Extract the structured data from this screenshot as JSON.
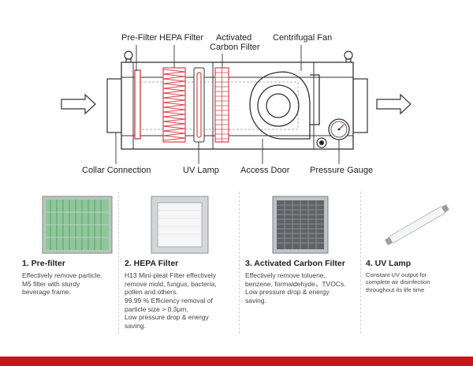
{
  "diagram": {
    "top_labels": {
      "prefilter": "Pre-Filter",
      "hepa": "HEPA Filter",
      "carbon_line1": "Activated",
      "carbon_line2": "Carbon Filter",
      "fan": "Centrifugal Fan"
    },
    "bottom_labels": {
      "collar": "Collar Connection",
      "uv": "UV Lamp",
      "door": "Access Door",
      "gauge": "Pressure Gauge"
    }
  },
  "cards": [
    {
      "title": "1. Pre-filter",
      "desc": "Effectively remove particle.\nM5 filter with sturdy\nbeverage frame."
    },
    {
      "title": "2. HEPA Filter",
      "desc": "H13 Mini-pleat Filter effectively\nremove mold, fungus, bacteria,\npollen and others.\n99.99 % Efficiency removal of\nparticle size > 0.3μm.\nLow pressure drop & energy\nsaving."
    },
    {
      "title": "3. Activated Carbon Filter",
      "desc": "Effectively remove toluene,\nbenzene, formaldehyde，TVOCs.\nLow pressure drop & energy\nsaving."
    },
    {
      "title": "4. UV Lamp",
      "desc": "Constant UV output for\ncomplete air disinfection\nthroughout its life time"
    }
  ],
  "colors": {
    "accent_red": "#c8151b",
    "filter_red": "#d9434d",
    "prefilter_green": "#8fc79b"
  }
}
